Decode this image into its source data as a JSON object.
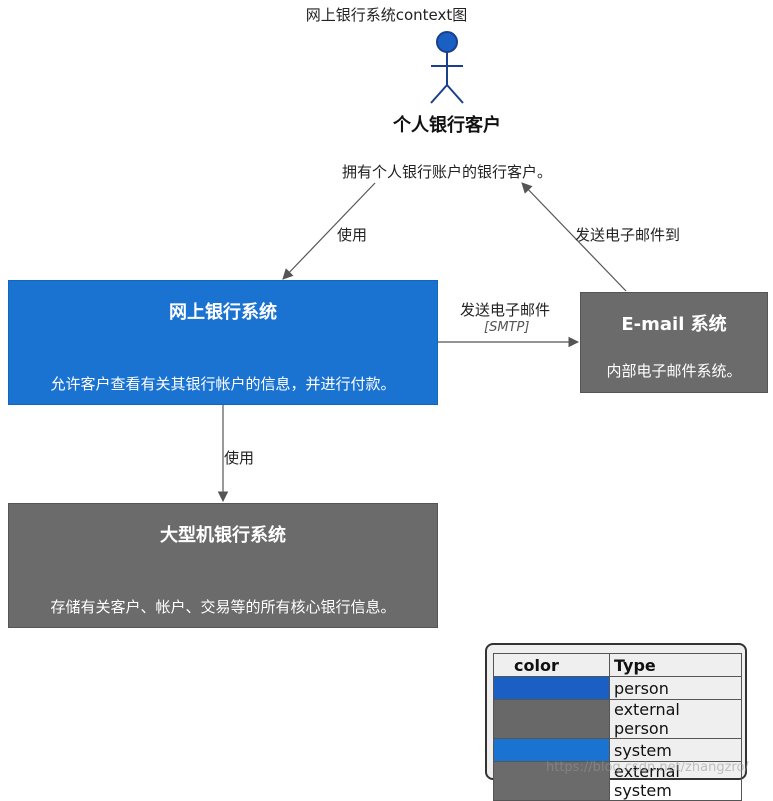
{
  "diagram": {
    "title": "网上银行系统context图"
  },
  "person": {
    "name": "个人银行客户",
    "description": "拥有个人银行账户的银行客户。",
    "color": "#1a5fc4"
  },
  "systems": {
    "online_banking": {
      "name": "网上银行系统",
      "description": "允许客户查看有关其银行帐户的信息，并进行付款。",
      "color": "#1a73d0"
    },
    "email": {
      "name": "E-mail 系统",
      "description": "内部电子邮件系统。",
      "color": "#6b6b6b"
    },
    "mainframe": {
      "name": "大型机银行系统",
      "description": "存储有关客户、帐户、交易等的所有核心银行信息。",
      "color": "#6b6b6b"
    }
  },
  "relations": {
    "customer_to_online": {
      "label": "使用"
    },
    "email_to_customer": {
      "label": "发送电子邮件到"
    },
    "online_to_email": {
      "label": "发送电子邮件",
      "technology": "[SMTP]"
    },
    "online_to_mainframe": {
      "label": "使用"
    }
  },
  "legend": {
    "headers": [
      "color",
      "Type"
    ],
    "rows": [
      {
        "color": "#1a5fc4",
        "type": "person"
      },
      {
        "color": "#686868",
        "type": "external person"
      },
      {
        "color": "#1a73d0",
        "type": "system"
      },
      {
        "color": "#6b6b6b",
        "type": "external system"
      }
    ]
  },
  "watermark": "https://blog.csdn.net/zhangzro/"
}
